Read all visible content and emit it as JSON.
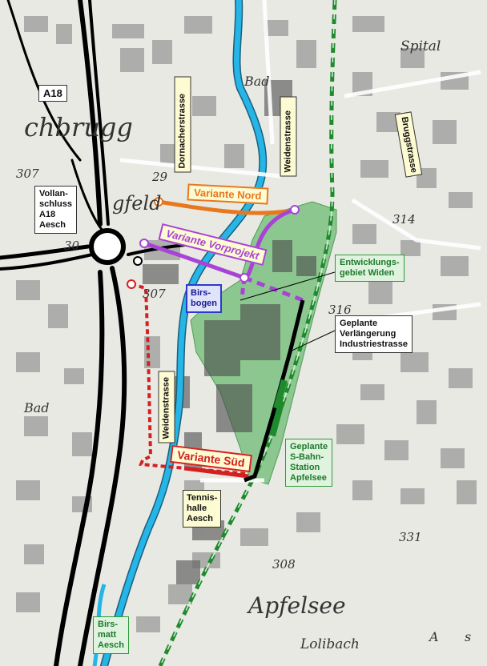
{
  "labels": {
    "a18": "A18",
    "vollanschluss": "Vollan-\nschluss\nA18\nAesch",
    "dornacherstrasse": "Dornacherstrasse",
    "weidenstrasse_north": "Weidenstrasse",
    "weidenstrasse_south": "Weidenstrasse",
    "bruggstrasse": "Bruggstrasse",
    "variante_nord": "Variante Nord",
    "variante_vorprojekt": "Variante Vorprojekt",
    "variante_sued": "Variante Süd",
    "birsbogen": "Birs-\nbogen",
    "entwicklungsgebiet": "Entwicklungs-\ngebiet Widen",
    "geplante_verlaengerung": "Geplante\nVerlängerung\nIndustriestrasse",
    "s_bahn": "Geplante\nS-Bahn-\nStation\nApfelsee",
    "tennishalle": "Tennis-\nhalle\nAesch",
    "birsmatt": "Birs-\nmatt\nAesch"
  },
  "places": {
    "chbrugg": "chbrugg",
    "gfeld": "gfeld",
    "bad1": "Bad",
    "bad2": "Bad",
    "spital": "Spital",
    "apfelsee": "Apfelsee",
    "lolibach": "Lolibach",
    "corner_a": "A",
    "corner_s": "s"
  },
  "elevations": {
    "e307a": "307",
    "e29": "29",
    "e30": "30",
    "e307b": "307",
    "e314": "314",
    "e316": "316",
    "e331": "331",
    "e308": "308"
  },
  "colors": {
    "variante_nord": "#e8781e",
    "variante_vorprojekt": "#a743d6",
    "variante_sued": "#d42020",
    "river": "#25b5e6",
    "railway": "#1e8a2e",
    "development_area": "#6dbb74",
    "motorway": "#000000"
  }
}
